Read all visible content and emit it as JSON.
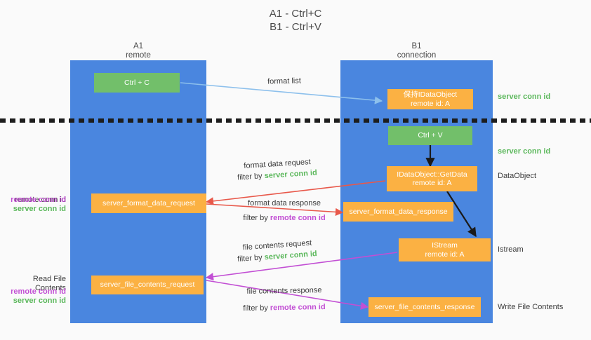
{
  "title": "A1 - Ctrl+C\nB1 - Ctrl+V",
  "columns": {
    "left": {
      "name": "A1",
      "role": "remote",
      "header": "A1\nremote"
    },
    "right": {
      "name": "B1",
      "role": "connection",
      "header": "B1\nconnection"
    }
  },
  "colors": {
    "lane": "#4a86df",
    "box_green": "#72bf6a",
    "box_orange": "#fbb143",
    "server_conn_id": "#5cb85c",
    "remote_conn_id": "#c24fd4",
    "arrow_format_list": "#8dc0ec",
    "arrow_format_data": "#e8584a",
    "arrow_file_contents": "#c24fd4",
    "arrow_black": "#1a1a1a",
    "background": "#fafafa"
  },
  "boxes": {
    "ctrl_c": "Ctrl + C",
    "ctrl_v": "Ctrl + V",
    "idataobject_hold": "保持IDataObject\nremote id: A",
    "idataobject_getdata": "IDataObject::GetData\nremote id: A",
    "istream": "IStream\nremote id: A",
    "server_format_data_request": "server_format_data_request",
    "server_format_data_response": "server_format_data_response",
    "server_file_contents_request": "server_file_contents_request",
    "server_file_contents_response": "server_file_contents_response"
  },
  "right_labels": {
    "server_conn_id_top": "server conn id",
    "server_conn_id_mid": "server conn id",
    "dataobject": "DataObject",
    "istream": "Istream",
    "write_file_contents": "Write File Contents"
  },
  "left_labels": {
    "format_remote_conn_id": "remote conn id",
    "format_server_conn_id": "server conn id",
    "read_file_contents": "Read File Contents",
    "file_remote_conn_id": "remote conn id",
    "file_server_conn_id": "server conn id"
  },
  "middle_labels": {
    "format_list": "format list",
    "format_data_request": "format data request",
    "format_data_request_filter_prefix": "filter by ",
    "format_data_request_filter_value": "server conn id",
    "format_data_response": "format data response",
    "format_data_response_filter_prefix": "filter by ",
    "format_data_response_filter_value": "remote conn id",
    "file_contents_request": "file contents request",
    "file_contents_request_filter_prefix": "filter by ",
    "file_contents_request_filter_value": "server conn id",
    "file_contents_response": "file contents response",
    "file_contents_response_filter_prefix": "filter by ",
    "file_contents_response_filter_value": "remote conn id"
  }
}
